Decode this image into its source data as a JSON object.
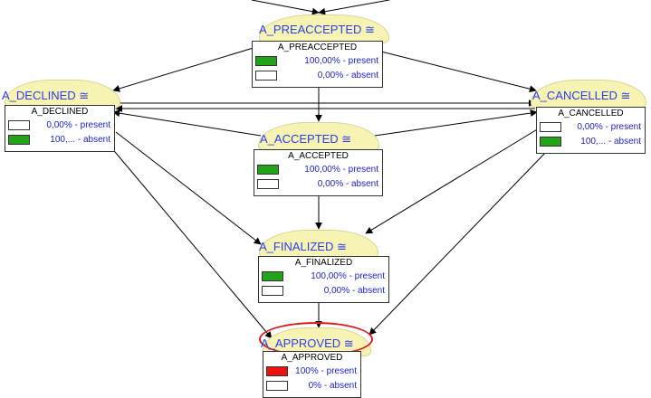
{
  "colors": {
    "present_fill": "#22a31a",
    "selected_fill": "#ee1111",
    "empty_fill": "#ffffff",
    "highlight": "#e01b1b",
    "title_text": "#2a3df0",
    "value_text": "#1c24c9"
  },
  "nodes": {
    "preaccepted": {
      "title": "A_PREACCEPTED ≅",
      "box_title": "A_PREACCEPTED",
      "rows": [
        {
          "value": "100,00% - present",
          "fill": "green"
        },
        {
          "value": "0,00% - absent",
          "fill": "white"
        }
      ]
    },
    "declined": {
      "title": "A_DECLINED ≅",
      "box_title": "A_DECLINED",
      "rows": [
        {
          "value": "0,00% - present",
          "fill": "white"
        },
        {
          "value": "100,... - absent",
          "fill": "green"
        }
      ]
    },
    "cancelled": {
      "title": "A_CANCELLED ≅",
      "box_title": "A_CANCELLED",
      "rows": [
        {
          "value": "0,00% - present",
          "fill": "white"
        },
        {
          "value": "100,... - absent",
          "fill": "green"
        }
      ]
    },
    "accepted": {
      "title": "A_ACCEPTED ≅",
      "box_title": "A_ACCEPTED",
      "rows": [
        {
          "value": "100,00% - present",
          "fill": "green"
        },
        {
          "value": "0,00% - absent",
          "fill": "white"
        }
      ]
    },
    "finalized": {
      "title": "A_FINALIZED ≅",
      "box_title": "A_FINALIZED",
      "rows": [
        {
          "value": "100,00% - present",
          "fill": "green"
        },
        {
          "value": "0,00% - absent",
          "fill": "white"
        }
      ]
    },
    "approved": {
      "title": "A_APPROVED ≅",
      "box_title": "A_APPROVED",
      "highlighted": true,
      "rows": [
        {
          "value": "100% - present",
          "fill": "red"
        },
        {
          "value": "0% - absent",
          "fill": "white"
        }
      ]
    }
  },
  "edges": [
    {
      "from": "preaccepted",
      "to": "declined"
    },
    {
      "from": "preaccepted",
      "to": "cancelled"
    },
    {
      "from": "preaccepted",
      "to": "accepted"
    },
    {
      "from": "declined",
      "to": "cancelled"
    },
    {
      "from": "cancelled",
      "to": "declined"
    },
    {
      "from": "accepted",
      "to": "declined"
    },
    {
      "from": "accepted",
      "to": "cancelled"
    },
    {
      "from": "accepted",
      "to": "finalized"
    },
    {
      "from": "declined",
      "to": "finalized"
    },
    {
      "from": "declined",
      "to": "approved"
    },
    {
      "from": "cancelled",
      "to": "finalized"
    },
    {
      "from": "cancelled",
      "to": "approved"
    },
    {
      "from": "finalized",
      "to": "approved"
    }
  ]
}
